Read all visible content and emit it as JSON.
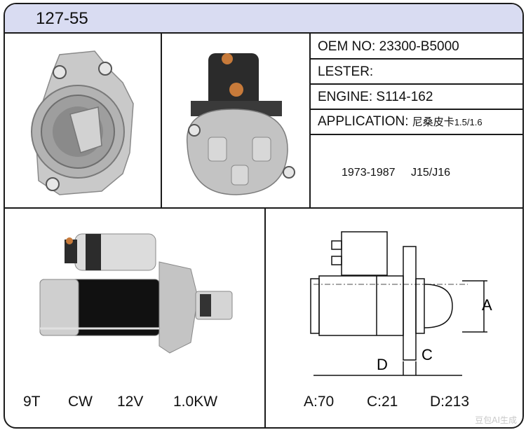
{
  "header": {
    "part_number": "127-55"
  },
  "specs": {
    "oem_label": "OEM NO:",
    "oem_value": "23300-B5000",
    "lester_label": "LESTER:",
    "lester_value": "",
    "engine_label": "ENGINE:",
    "engine_value": "S114-162",
    "application_label": "APPLICATION:",
    "application_value_cn": "尼桑皮卡",
    "application_value_size": "1.5/1.6",
    "years": "1973-1987",
    "models": "J15/J16"
  },
  "ratings": {
    "teeth": "9T",
    "rotation": "CW",
    "voltage": "12V",
    "power": "1.0KW"
  },
  "dimensions": {
    "a_label": "A",
    "c_label": "C",
    "d_label": "D",
    "a_value": "A:70",
    "c_value": "C:21",
    "d_value": "D:213"
  },
  "watermark": "豆包AI生成",
  "colors": {
    "header_bg": "#d9dcf2",
    "border": "#1b1b1b",
    "aluminum": "#bfbfbf",
    "copper": "#c77a3a"
  }
}
